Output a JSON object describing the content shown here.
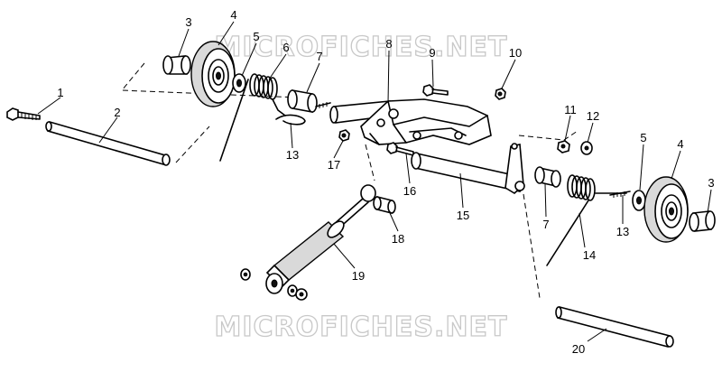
{
  "watermark": "MICROFICHES.NET",
  "callouts": [
    "1",
    "2",
    "3",
    "4",
    "5",
    "6",
    "7",
    "8",
    "9",
    "10",
    "11",
    "12",
    "13",
    "14",
    "15",
    "16",
    "17",
    "18",
    "19",
    "20"
  ]
}
